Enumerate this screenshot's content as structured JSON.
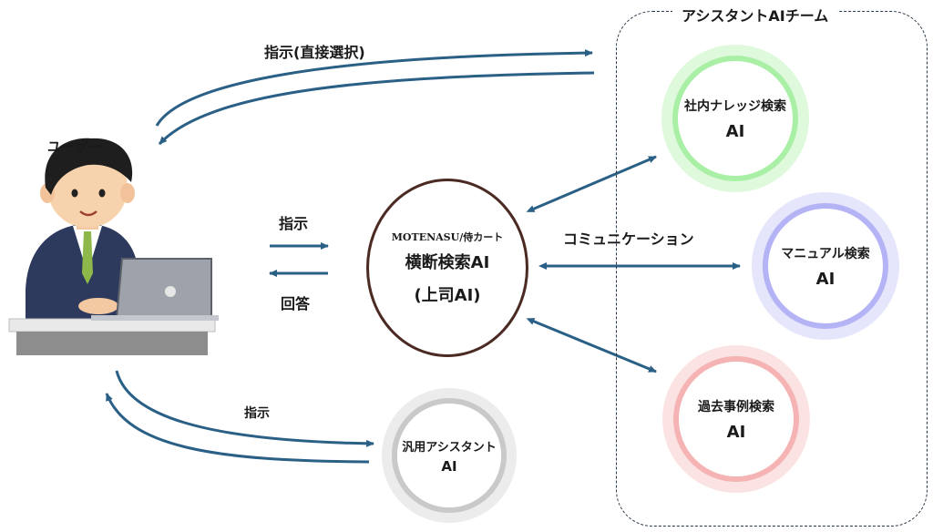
{
  "labels": {
    "instruct_direct": "指示(直接選択)",
    "user": "ユーザー",
    "instruct": "指示",
    "answer": "回答",
    "instruct_general": "指示",
    "communication": "コミュニケーション",
    "team_title": "アシスタントAIチーム"
  },
  "nodes": {
    "main": {
      "brand": "MOTENASU/侍カート",
      "title": "横断検索AI",
      "sub": "(上司AI)"
    },
    "general": {
      "line1": "汎用アシスタント",
      "line2": "AI"
    },
    "knowledge": {
      "line1": "社内ナレッジ検索",
      "line2": "AI"
    },
    "manual": {
      "line1": "マニュアル検索",
      "line2": "AI"
    },
    "past": {
      "line1": "過去事例検索",
      "line2": "AI"
    }
  },
  "colors": {
    "arrow": "#2a5f86",
    "main_border": "#4a2a22",
    "general_glow": "#c9c9c9",
    "knowledge_glow": "#a9f0a6",
    "manual_glow": "#b3b3f5",
    "past_glow": "#f5b3b3"
  }
}
